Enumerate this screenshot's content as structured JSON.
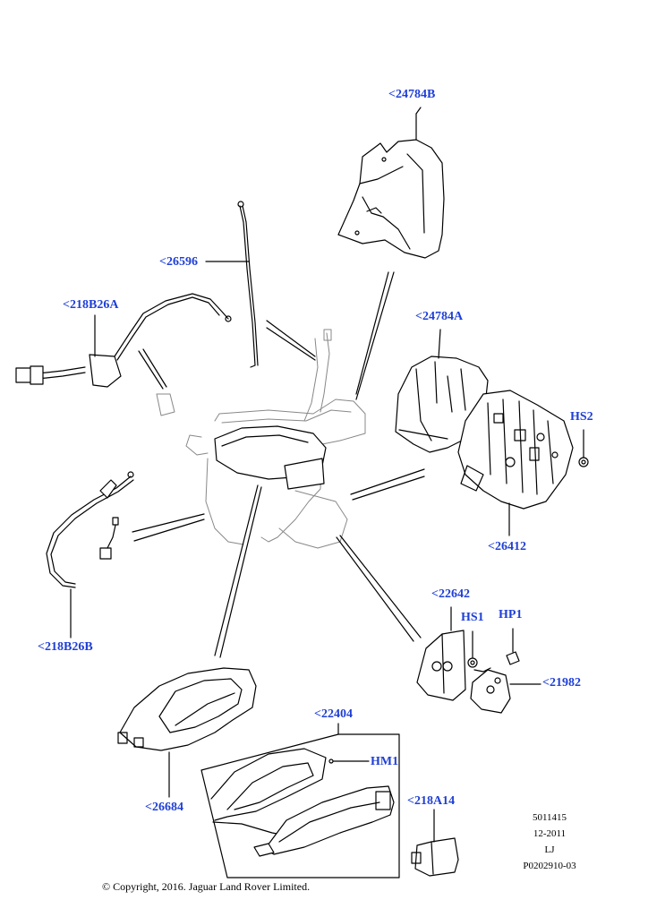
{
  "callouts": {
    "c24784B": "<24784B",
    "c26596": "<26596",
    "c218B26A": "<218B26A",
    "c24784A": "<24784A",
    "cHS2": "HS2",
    "c26412": "<26412",
    "c218B26B": "<218B26B",
    "c22642": "<22642",
    "cHS1": "HS1",
    "cHP1": "HP1",
    "c21982": "<21982",
    "c22404": "<22404",
    "cHM1": "HM1",
    "c26684": "<26684",
    "c218A14": "<218A14"
  },
  "meta": {
    "line1": "5011415",
    "line2": "12-2011",
    "line3": "LJ",
    "line4": "P0202910-03"
  },
  "copyright": "© Copyright, 2016. Jaguar Land Rover Limited.",
  "colors": {
    "callout": "#1f3fd6",
    "line": "#000000"
  }
}
